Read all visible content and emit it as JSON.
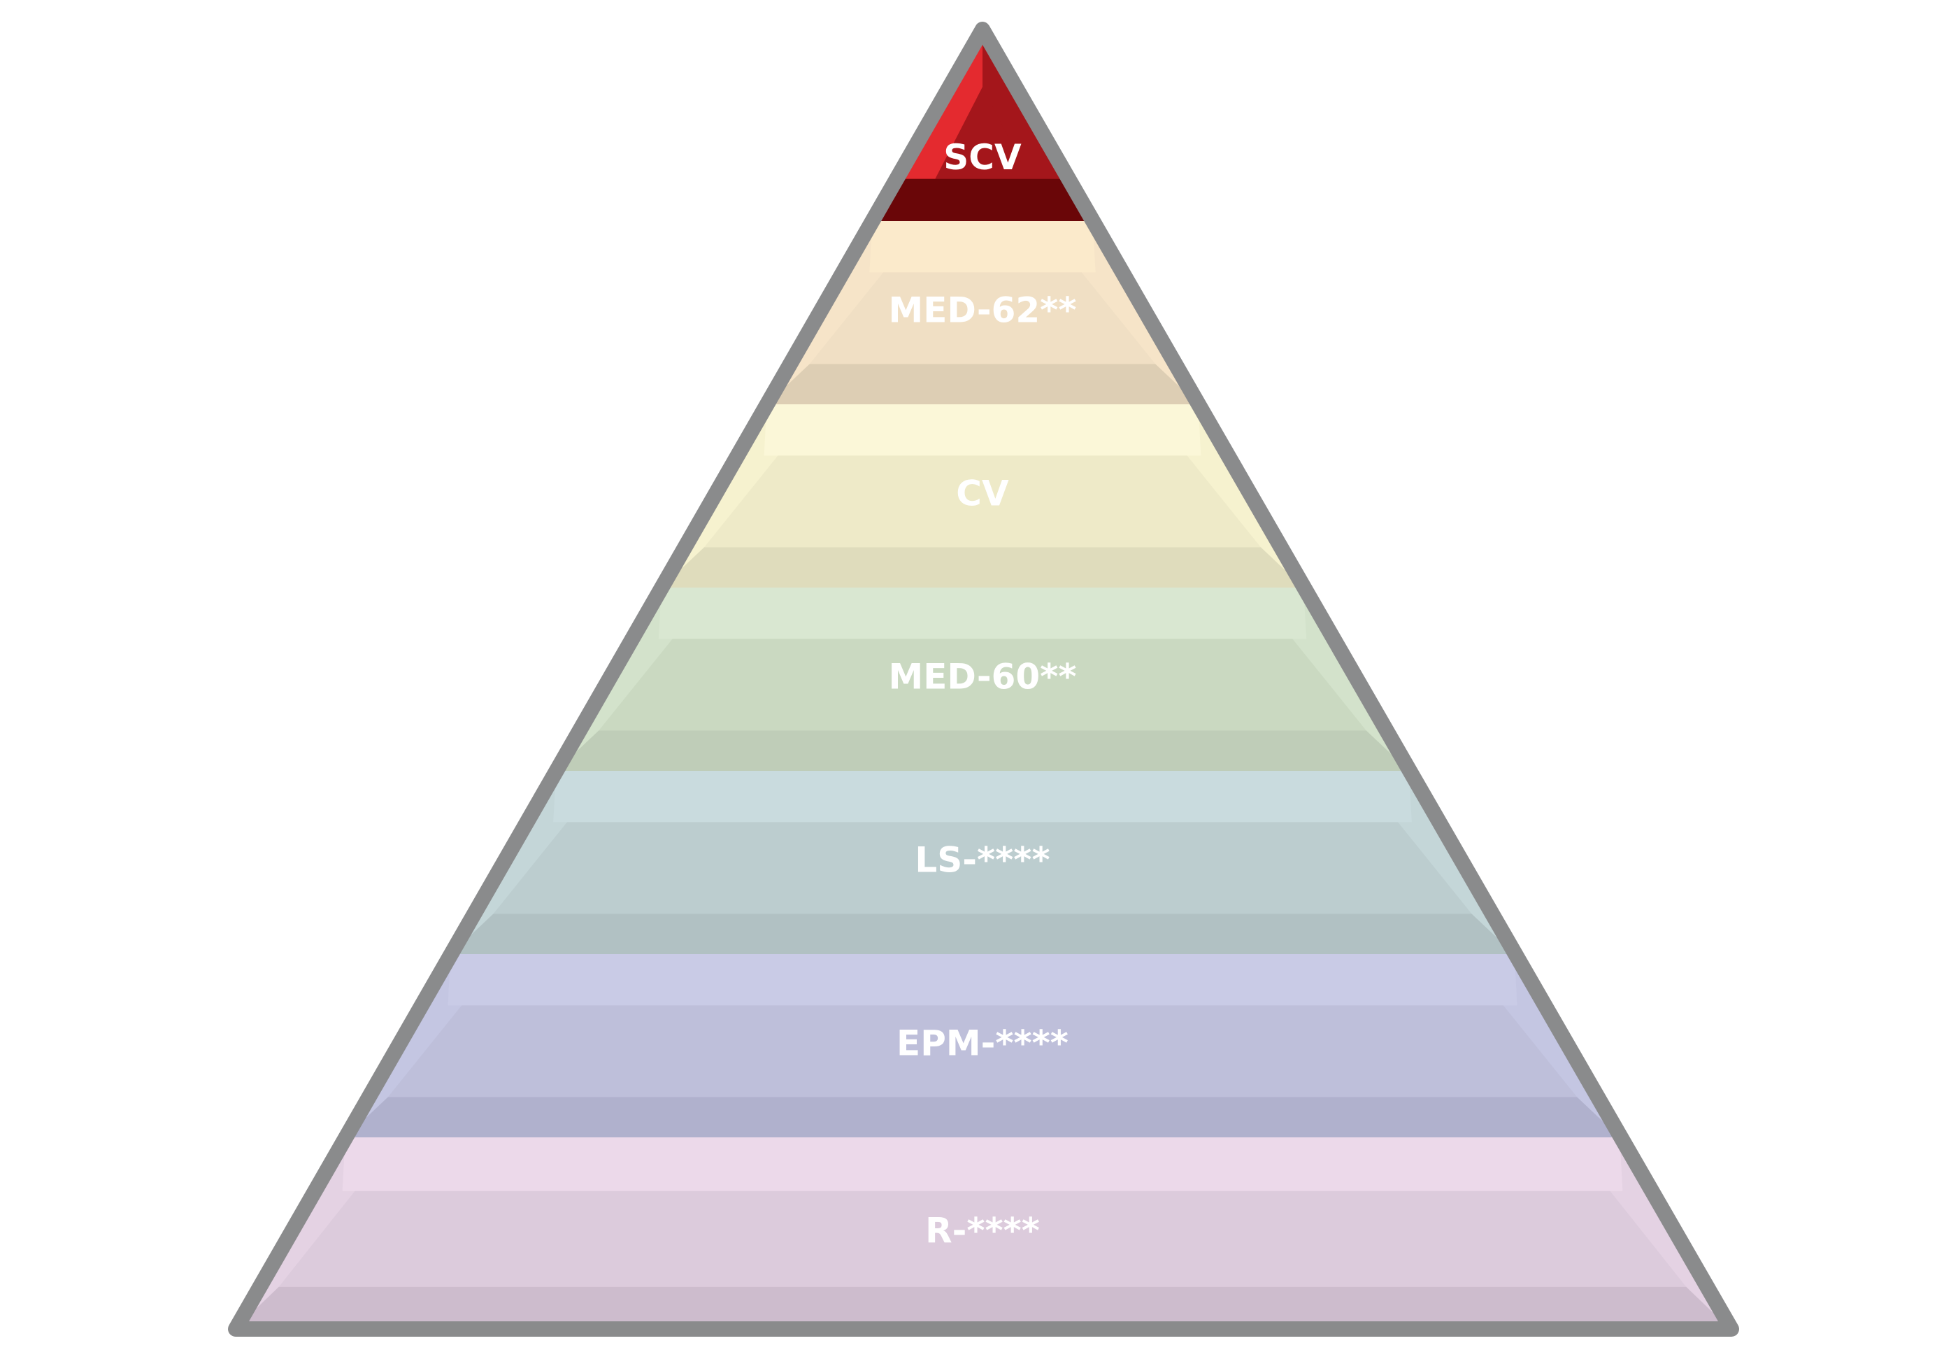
{
  "tiers": [
    {
      "label": "SCV",
      "top": "#d42127",
      "face": "#a4161b",
      "bottom": "#6a0608",
      "side": "#e42a2f"
    },
    {
      "label": "MED-62**",
      "top": "#fbeacb",
      "face": "#f0dfc4",
      "bottom": "#ddceb4",
      "side": "#f6e4c8"
    },
    {
      "label": "CV",
      "top": "#fbf7d8",
      "face": "#eeeac8",
      "bottom": "#dfdcbc",
      "side": "#f6f2cf"
    },
    {
      "label": "MED-60**",
      "top": "#d9e7d1",
      "face": "#cad9c1",
      "bottom": "#bfcdb8",
      "side": "#d3e2cb"
    },
    {
      "label": "LS-****",
      "top": "#c9dbde",
      "face": "#bccdcf",
      "bottom": "#b1c1c3",
      "side": "#c4d6d8"
    },
    {
      "label": "EPM-****",
      "top": "#c9cbe6",
      "face": "#bebfda",
      "bottom": "#b0b1cd",
      "side": "#c4c6e2"
    },
    {
      "label": "R-****",
      "top": "#ecd9ea",
      "face": "#dccbdc",
      "bottom": "#cdbccd",
      "side": "#e4d2e3"
    }
  ],
  "colors": {
    "outline": "#8a8b8c"
  }
}
